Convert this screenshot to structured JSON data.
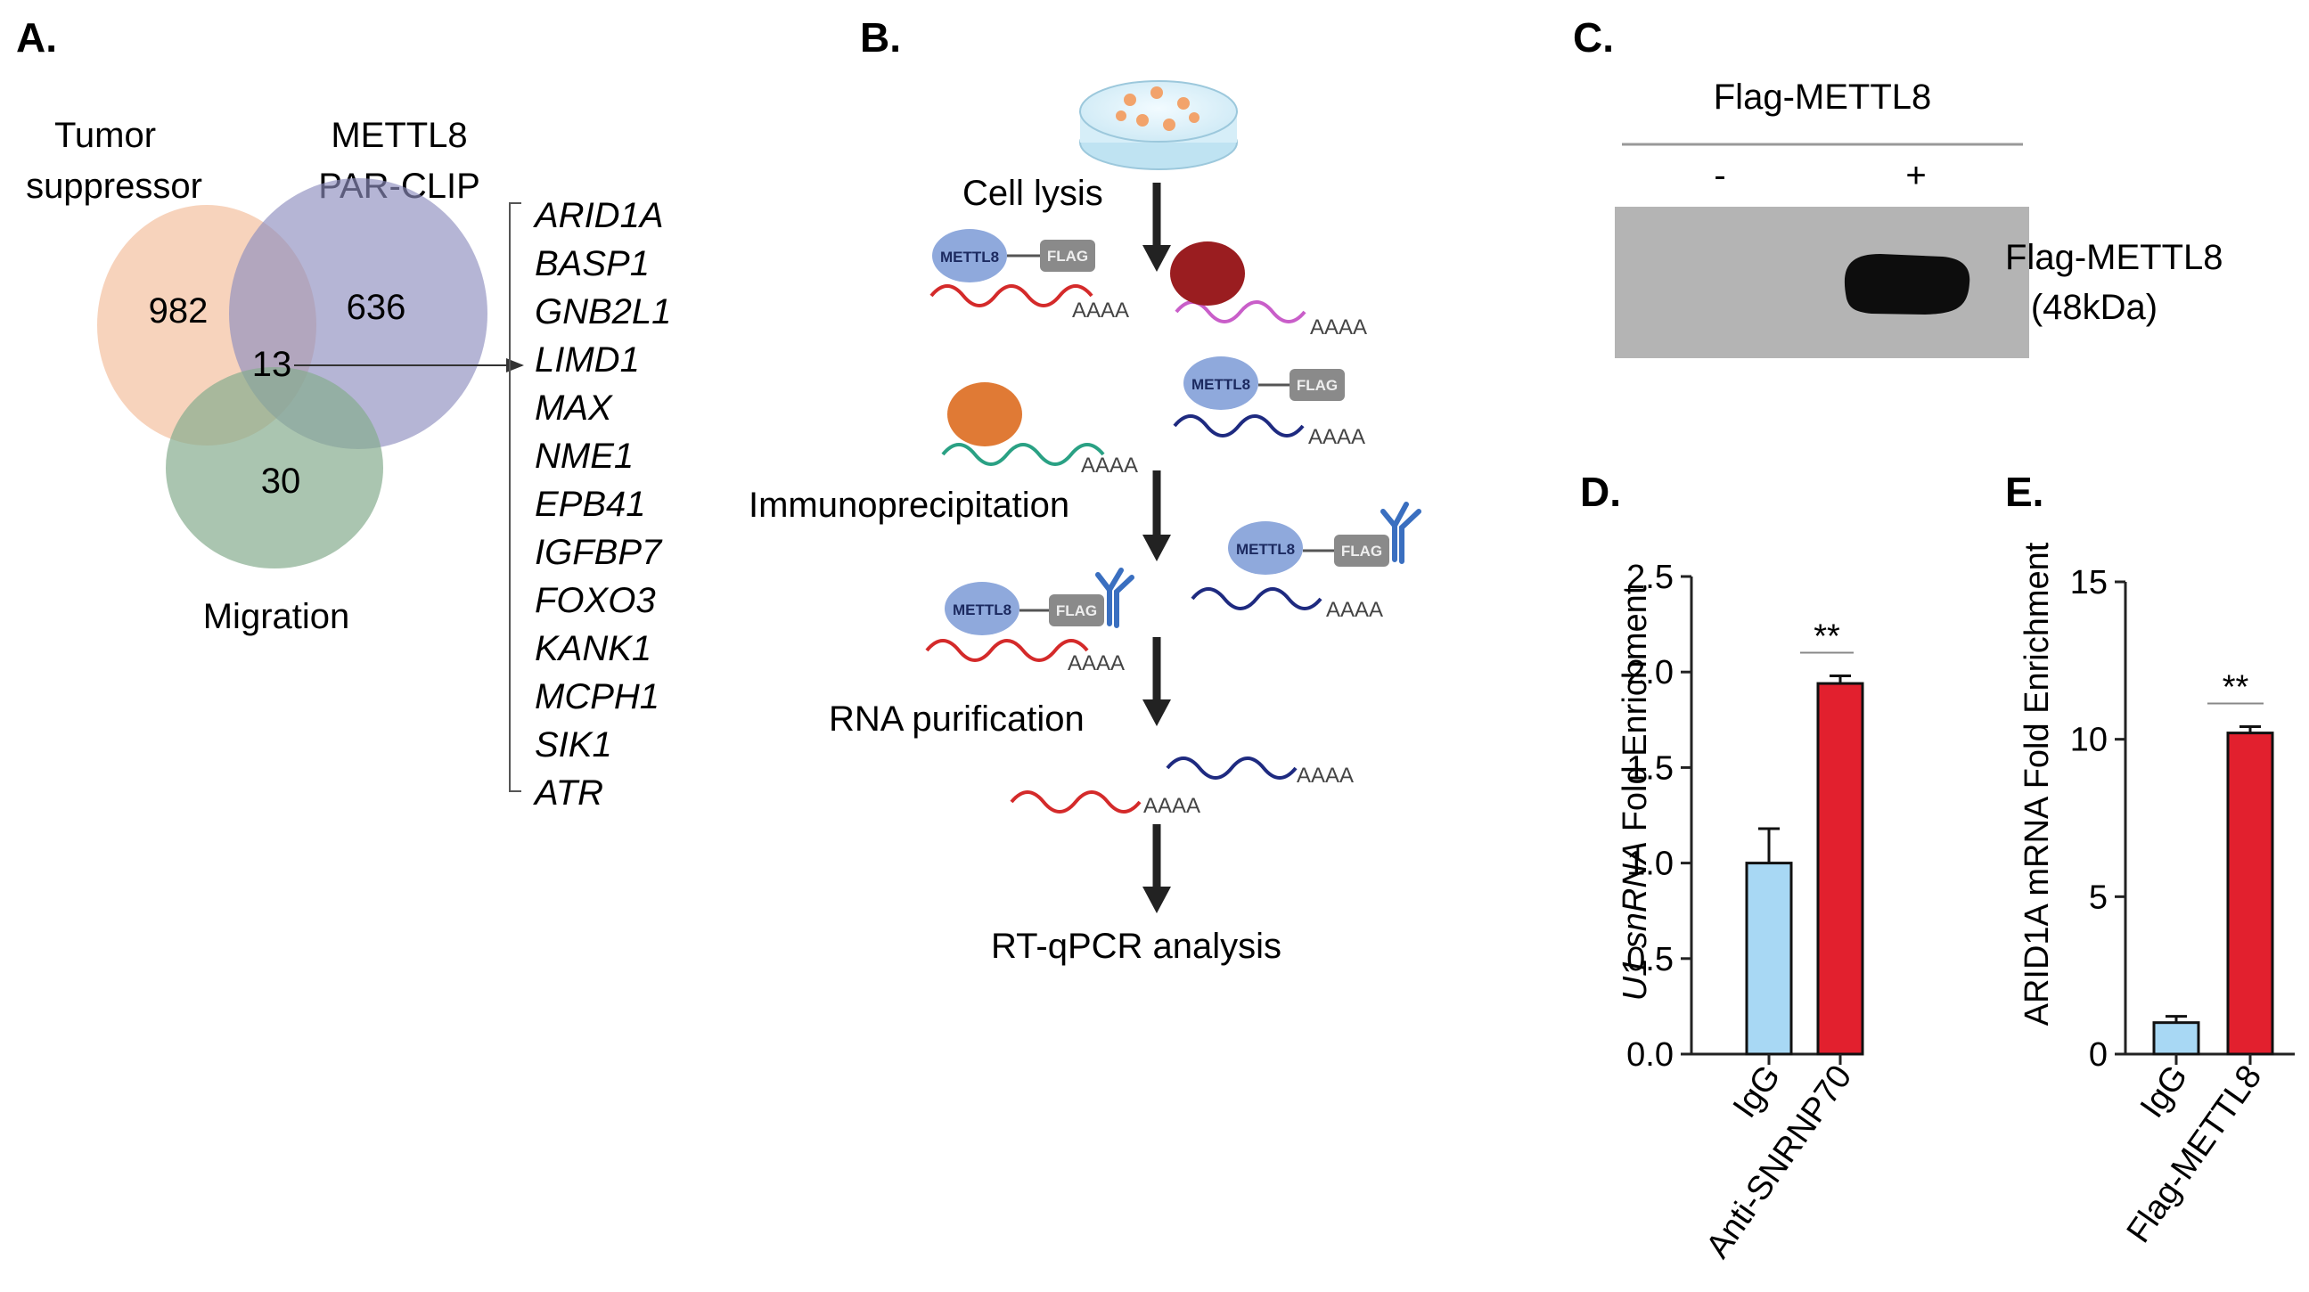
{
  "panels": {
    "a": {
      "label": "A.",
      "venn": {
        "tumor_suppressor": [
          "Tumor",
          "suppressor"
        ],
        "par_clip": [
          "METTL8",
          "PAR-CLIP"
        ],
        "migration": "Migration",
        "count_tumor": "982",
        "count_parclip": "636",
        "count_triple": "13",
        "count_migration": "30",
        "colors": {
          "tumor": "#f4c4a6",
          "parclip": "#8e8ebf",
          "migration": "#86ad8e"
        }
      },
      "genes": [
        "ARID1A",
        "BASP1",
        "GNB2L1",
        "LIMD1",
        "MAX",
        "NME1",
        "EPB41",
        "IGFBP7",
        "FOXO3",
        "KANK1",
        "MCPH1",
        "SIK1",
        "ATR"
      ]
    },
    "b": {
      "label": "B.",
      "steps": [
        "Cell lysis",
        "Immunoprecipitation",
        "RNA purification",
        "RT-qPCR analysis"
      ],
      "protein_label": "METTL8",
      "tag_label": "FLAG",
      "polya": "AAAA"
    },
    "c": {
      "label": "C.",
      "header": "Flag-METTL8",
      "minus": "-",
      "plus": "+",
      "band_label": [
        "Flag-METTL8",
        "(48kDa)"
      ]
    }
  },
  "chart_data": [
    {
      "type": "bar",
      "panel": "D.",
      "categories": [
        "IgG",
        "Anti-SNRNP70"
      ],
      "values": [
        1.0,
        1.94
      ],
      "errors": [
        0.18,
        0.04
      ],
      "ylabel_italic": "U1 snRNA",
      "ylabel": "Fold Enrichment",
      "ylim": [
        0,
        2.5
      ],
      "ticks": [
        "0.0",
        "0.5",
        "1.0",
        "1.5",
        "2.0",
        "2.5"
      ],
      "significance": "**",
      "colors": [
        "#a8d8f4",
        "#e2202e"
      ]
    },
    {
      "type": "bar",
      "panel": "E.",
      "categories": [
        "IgG",
        "Flag-METTL8"
      ],
      "values": [
        1.0,
        10.2
      ],
      "errors": [
        0.2,
        0.2
      ],
      "ylabel": "ARID1A mRNA Fold Enrichment",
      "ylim": [
        0,
        15
      ],
      "ticks": [
        "0",
        "5",
        "10",
        "15"
      ],
      "significance": "**",
      "colors": [
        "#a8d8f4",
        "#e2202e"
      ]
    }
  ]
}
